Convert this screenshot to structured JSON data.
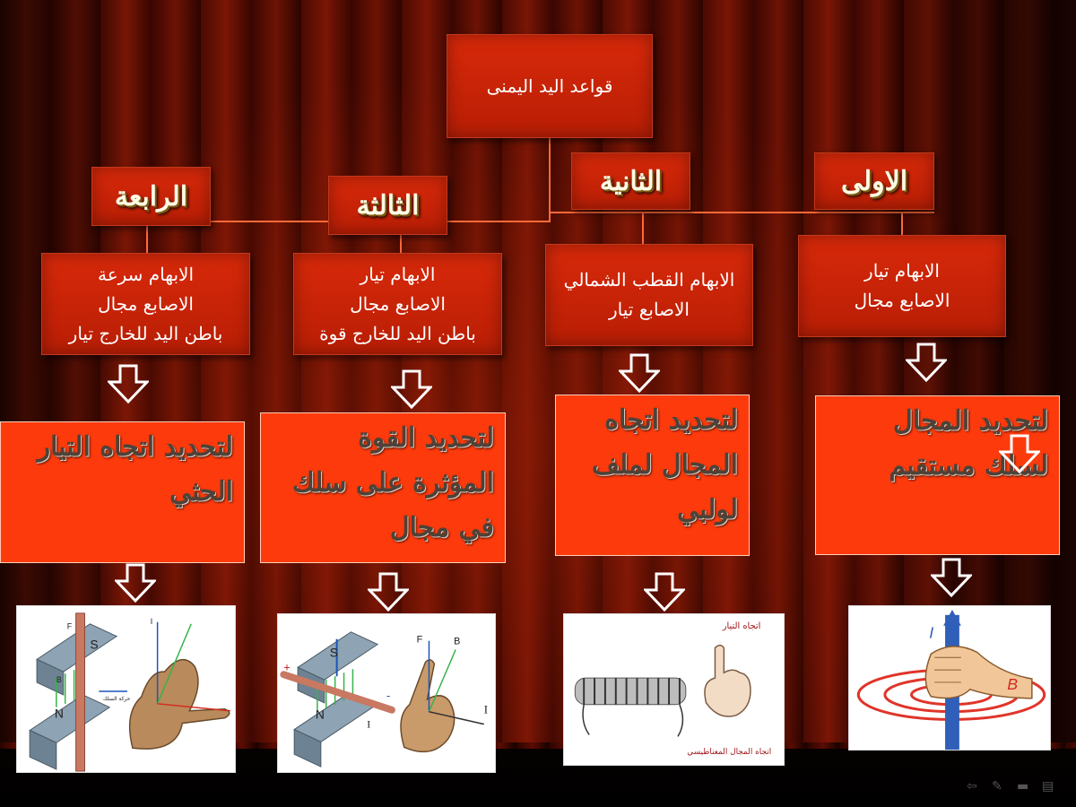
{
  "root": {
    "title": "قواعد اليد اليمنى"
  },
  "rules": [
    {
      "ordinal": "الاولى",
      "lines": [
        "الابهام  تيار",
        "الاصابع   مجال"
      ],
      "purpose": [
        "لتحديد المجال",
        "لسلك مستقيم"
      ]
    },
    {
      "ordinal": "الثانية",
      "lines": [
        "الابهام  القطب الشمالي",
        "الاصابع    تيار"
      ],
      "purpose": [
        "لتحديد اتجاه",
        "المجال لملف",
        "لولبي"
      ]
    },
    {
      "ordinal": "الثالثة",
      "lines": [
        "الابهام    تيار",
        "الاصابع  مجال",
        "باطن اليد للخارج    قوة"
      ],
      "purpose": [
        "لتحديد القوة",
        "المؤثرة على سلك",
        "في مجال"
      ]
    },
    {
      "ordinal": "الرابعة",
      "lines": [
        "الابهام    سرعة",
        "الاصابع مجال",
        "باطن اليد للخارج تيار"
      ],
      "purpose": [
        "لتحديد اتجاه التيار",
        "الحثي"
      ]
    }
  ],
  "figure_labels": {
    "fig1": {
      "current": "I",
      "field": "B"
    },
    "fig2": {
      "top_label": "اتجاه التيار",
      "bottom_label": "اتجاه المجال المغناطيسي"
    },
    "fig3": {
      "north": "N",
      "south": "S",
      "force": "F",
      "field": "B",
      "current": "I",
      "plus": "+",
      "minus": "-"
    },
    "fig4": {
      "north": "N",
      "south": "S",
      "force": "F",
      "field": "B",
      "motion": "حركة السلك",
      "current": "I"
    }
  },
  "nav": {
    "icons": [
      "back-arrow-icon",
      "pen-icon",
      "menu-icon",
      "screen-icon"
    ]
  },
  "colors": {
    "box": "#fd3a0c",
    "box_dark": "#c8240a",
    "text_shadow": "#4e4238"
  }
}
